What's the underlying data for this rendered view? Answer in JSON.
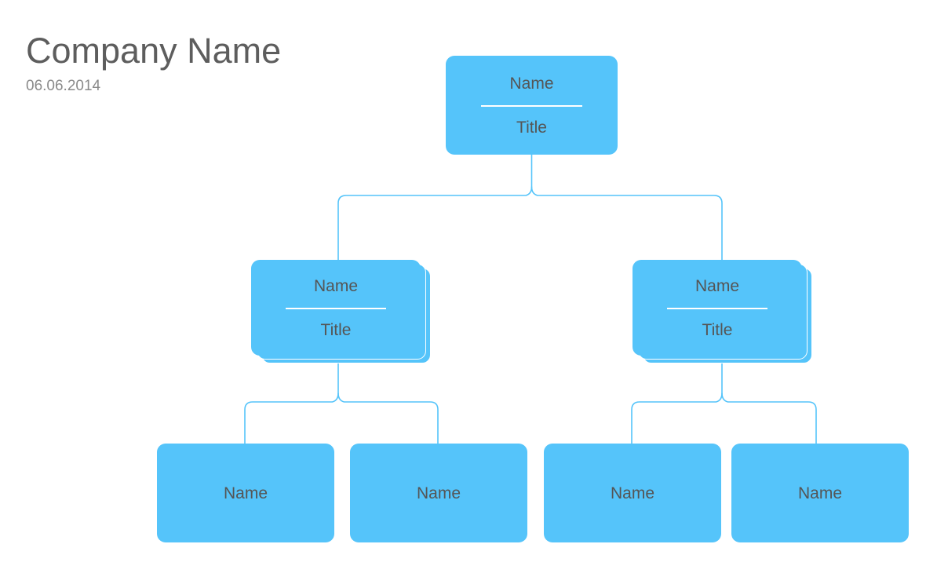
{
  "header": {
    "title": "Company Name",
    "date": "06.06.2014"
  },
  "colors": {
    "node_fill": "#55c4fa",
    "connector": "#55c4fa",
    "node_text": "#555555",
    "divider": "#ffffff",
    "title_text": "#5d5d5d",
    "date_text": "#8a8a8a",
    "background": "#ffffff"
  },
  "chart_data": {
    "type": "org-chart",
    "title": "Company Name",
    "subtitle": "06.06.2014",
    "orientation": "top-down",
    "levels": 3,
    "nodes": [
      {
        "id": "root",
        "level": 0,
        "style": "single",
        "name": "Name",
        "title": "Title",
        "has_divider": true
      },
      {
        "id": "mid-left",
        "level": 1,
        "style": "stacked",
        "stack_count": 3,
        "name": "Name",
        "title": "Title",
        "has_divider": true,
        "parent": "root"
      },
      {
        "id": "mid-right",
        "level": 1,
        "style": "stacked",
        "stack_count": 3,
        "name": "Name",
        "title": "Title",
        "has_divider": true,
        "parent": "root"
      },
      {
        "id": "leaf-1",
        "level": 2,
        "style": "single",
        "name": "Name",
        "has_divider": false,
        "parent": "mid-left"
      },
      {
        "id": "leaf-2",
        "level": 2,
        "style": "single",
        "name": "Name",
        "has_divider": false,
        "parent": "mid-left"
      },
      {
        "id": "leaf-3",
        "level": 2,
        "style": "single",
        "name": "Name",
        "has_divider": false,
        "parent": "mid-right"
      },
      {
        "id": "leaf-4",
        "level": 2,
        "style": "single",
        "name": "Name",
        "has_divider": false,
        "parent": "mid-right"
      }
    ],
    "edges": [
      {
        "from": "root",
        "to": "mid-left"
      },
      {
        "from": "root",
        "to": "mid-right"
      },
      {
        "from": "mid-left",
        "to": "leaf-1"
      },
      {
        "from": "mid-left",
        "to": "leaf-2"
      },
      {
        "from": "mid-right",
        "to": "leaf-3"
      },
      {
        "from": "mid-right",
        "to": "leaf-4"
      }
    ]
  },
  "nodes": {
    "root": {
      "name": "Name",
      "title": "Title"
    },
    "mid_left": {
      "name": "Name",
      "title": "Title"
    },
    "mid_right": {
      "name": "Name",
      "title": "Title"
    },
    "leaf_1": {
      "name": "Name"
    },
    "leaf_2": {
      "name": "Name"
    },
    "leaf_3": {
      "name": "Name"
    },
    "leaf_4": {
      "name": "Name"
    }
  }
}
